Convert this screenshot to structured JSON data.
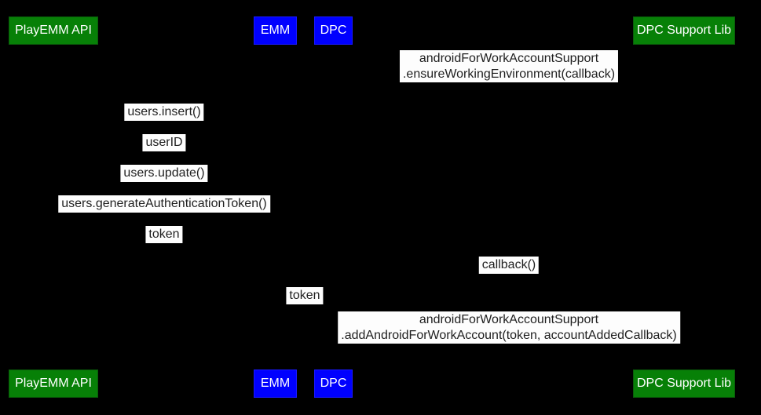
{
  "diagram": {
    "kind": "sequence-diagram",
    "background_color": "#000000"
  },
  "colors": {
    "actor_green": "#078007",
    "actor_blue": "#0000ff",
    "actor_text": "#ffffff",
    "message_background": "#fdfdfd",
    "message_text": "#1f1f1f"
  },
  "actors": [
    {
      "label": "PlayEMM API",
      "color": "green"
    },
    {
      "label": "EMM",
      "color": "blue"
    },
    {
      "label": "DPC",
      "color": "blue"
    },
    {
      "label": "DPC Support Lib",
      "color": "green"
    }
  ],
  "messages": [
    {
      "lines": [
        "androidForWorkAccountSupport",
        ".ensureWorkingEnvironment(callback)"
      ]
    },
    {
      "lines": [
        "users.insert()"
      ]
    },
    {
      "lines": [
        "userID"
      ]
    },
    {
      "lines": [
        "users.update()"
      ]
    },
    {
      "lines": [
        "users.generateAuthenticationToken()"
      ]
    },
    {
      "lines": [
        "token"
      ]
    },
    {
      "lines": [
        "callback()"
      ]
    },
    {
      "lines": [
        "token"
      ]
    },
    {
      "lines": [
        "androidForWorkAccountSupport",
        ".addAndroidForWorkAccount(token, accountAddedCallback)"
      ]
    }
  ]
}
